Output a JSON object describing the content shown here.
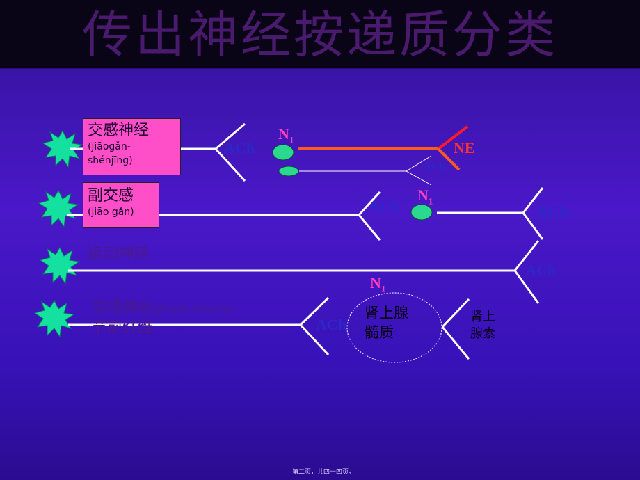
{
  "title": "传出神经按递质分类",
  "rows": [
    {
      "label_main": "交感神经",
      "label_sub": "(jiāogǎn-shénjīng)"
    },
    {
      "label_main": "副交感",
      "label_sub": "(jiāo gǎn)"
    },
    {
      "label_main": "运动神经"
    },
    {
      "label_main": "交感神经",
      "label_sub": "(jiāogǎn-shénjīng)",
      "label_tail": "节前纤维"
    }
  ],
  "transmitters": {
    "ach": "ACh",
    "ne": "NE"
  },
  "receptor": {
    "name": "N",
    "sub": "1"
  },
  "adrenal_medulla": "肾上腺髓质",
  "epinephrine": "肾上腺素",
  "footer": "第二页，共四十四页。",
  "colors": {
    "nerve_line": "#ffffff",
    "ganglion": "#14e0a0",
    "receptor": "#2ad890",
    "noradrenergic_fiber": "#ff5a1e",
    "noradrenergic_branch": "#ff1a2a",
    "label_box": "#ff4fc8",
    "receptor_text": "#ff3fbf",
    "transmitter_text": "#2a28c8"
  }
}
